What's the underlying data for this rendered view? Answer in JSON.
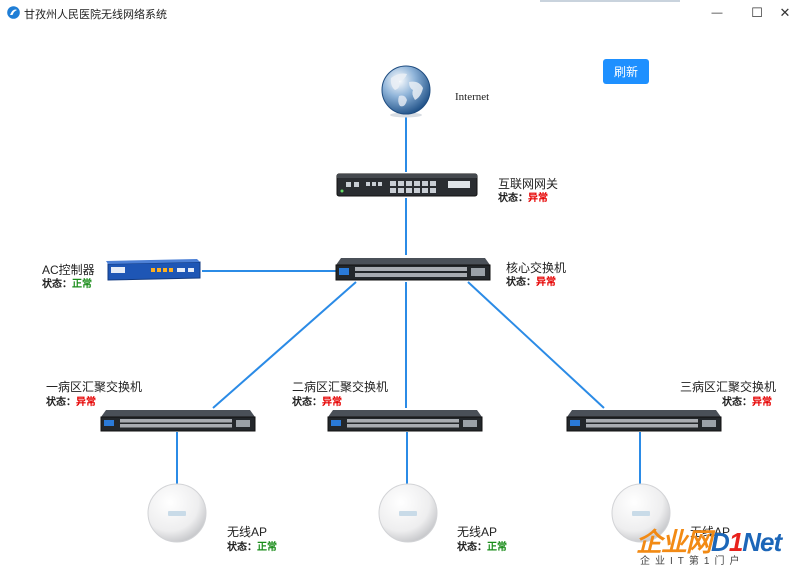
{
  "window": {
    "title": "甘孜州人民医院无线网络系统",
    "minimize": "—",
    "maximize": "☐",
    "close": "✕"
  },
  "toolbar": {
    "refresh_label": "刷新"
  },
  "status_prefix": "状态：",
  "colors": {
    "link": "#2b8be6",
    "error": "#e60000",
    "ok": "#1a8c1a",
    "button": "#1e90ff"
  },
  "nodes": {
    "internet": {
      "label": "Internet",
      "icon": "globe-icon"
    },
    "gateway": {
      "label": "互联网网关",
      "status": "异常",
      "state": "error"
    },
    "ac": {
      "label": "AC控制器",
      "status": "正常",
      "state": "ok"
    },
    "core": {
      "label": "核心交换机",
      "status": "异常",
      "state": "error"
    },
    "agg1": {
      "label": "一病区汇聚交换机",
      "status": "异常",
      "state": "error"
    },
    "agg2": {
      "label": "二病区汇聚交换机",
      "status": "异常",
      "state": "error"
    },
    "agg3": {
      "label": "三病区汇聚交换机",
      "status": "异常",
      "state": "error"
    },
    "ap1": {
      "label": "无线AP",
      "status": "正常",
      "state": "ok"
    },
    "ap2": {
      "label": "无线AP",
      "status": "正常",
      "state": "ok"
    },
    "ap3": {
      "label": "无线AP"
    }
  },
  "watermark": {
    "brand": "企业网D1Net",
    "sub": "企业IT第1门户"
  }
}
